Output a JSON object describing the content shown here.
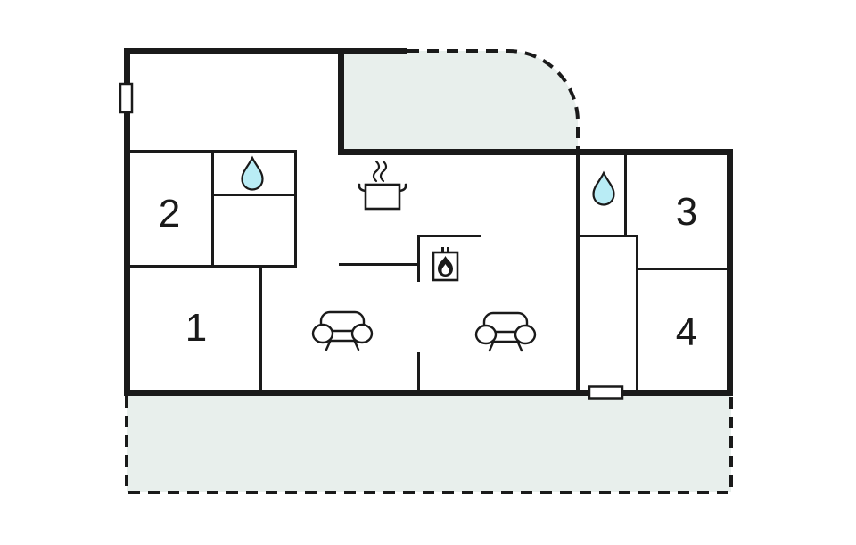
{
  "colors": {
    "background": "#ffffff",
    "wall": "#1a1a1a",
    "terrace_fill": "#e8efec",
    "water_drop_fill": "#b9ecf5"
  },
  "rooms": [
    {
      "label": "1"
    },
    {
      "label": "2"
    },
    {
      "label": "3"
    },
    {
      "label": "4"
    }
  ],
  "icons": {
    "water_drop": "water-drop-icon",
    "cooking_pot": "cooking-pot-icon",
    "fireplace": "fireplace-icon",
    "sofa": "sofa-icon"
  },
  "markers": {
    "window": "window-opening",
    "door": "door-opening"
  },
  "terraces": [
    {
      "name": "top-terrace"
    },
    {
      "name": "bottom-terrace"
    }
  ]
}
